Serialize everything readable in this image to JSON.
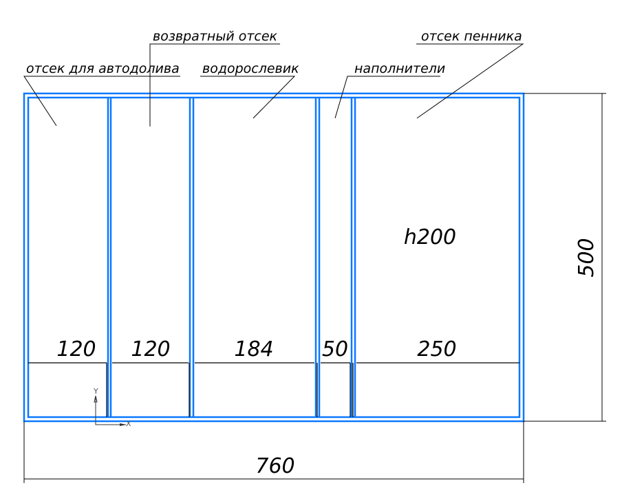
{
  "labels": {
    "autotopoff": "отсек для автодолива",
    "return": "возвратный отсек",
    "algae_scrubber": "водорослевик",
    "media": "наполнители",
    "skimmer": "отсек пенника"
  },
  "dimensions": {
    "sections": [
      "120",
      "120",
      "184",
      "50",
      "250"
    ],
    "height_note": "h200",
    "total_width": "760",
    "total_depth": "500"
  },
  "axes": {
    "x": "X",
    "y": "Y"
  },
  "colors": {
    "wall": "#0a78ff",
    "dimension": "#000000"
  }
}
